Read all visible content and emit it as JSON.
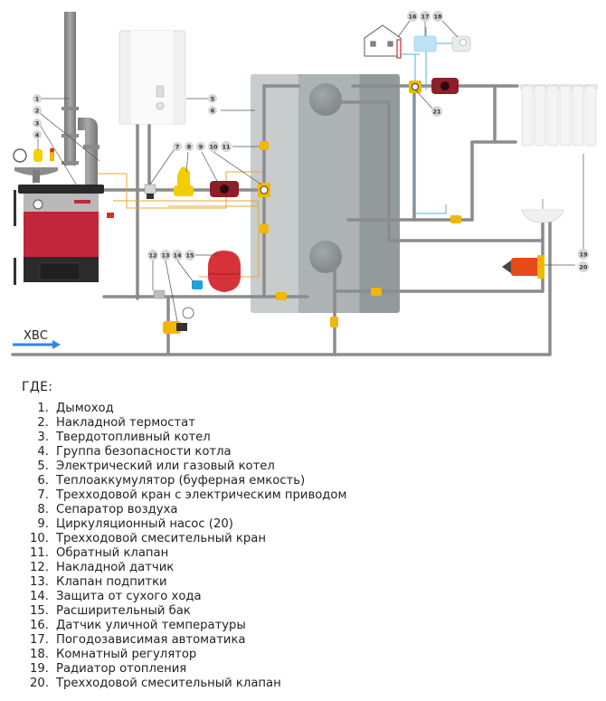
{
  "diagram": {
    "cold_water_label": "ХВС",
    "callouts": [
      "1",
      "2",
      "3",
      "4",
      "5",
      "6",
      "7",
      "8",
      "9",
      "10",
      "11",
      "12",
      "13",
      "14",
      "15",
      "16",
      "17",
      "18",
      "19",
      "20",
      "21"
    ],
    "colors": {
      "pipe": "#8c8c8c",
      "tank_light": "#c9cccd",
      "tank_mid": "#adb2b4",
      "tank_dark": "#8f9597",
      "boiler_red": "#c0273a",
      "boiler_dark": "#2b2b2b",
      "fitting_yellow": "#f2b705",
      "fitting_red": "#e23b2a",
      "control_wire_orange": "#e8a43a",
      "control_wire_blue": "#49b6d6",
      "cold_water_arrow": "#2f86e6",
      "expansion_tank": "#d6323a",
      "pump": "#8e1f29",
      "mixing_valve": "#e64a19"
    }
  },
  "legend": {
    "title": "ГДЕ:",
    "items": [
      {
        "num": "1.",
        "text": "Дымоход"
      },
      {
        "num": "2.",
        "text": "Накладной термостат"
      },
      {
        "num": "3.",
        "text": "Твердотопливный котел"
      },
      {
        "num": "4.",
        "text": "Группа безопасности котла"
      },
      {
        "num": "5.",
        "text": "Электрический или газовый котел"
      },
      {
        "num": "6.",
        "text": "Теплоаккумулятор (буферная емкость)"
      },
      {
        "num": "7.",
        "text": "Трехходовой кран с электрическим приводом"
      },
      {
        "num": "8.",
        "text": "Сепаратор воздуха"
      },
      {
        "num": "9.",
        "text": "Циркуляционный насос (20)"
      },
      {
        "num": "10.",
        "text": "Трехходовой смесительный кран"
      },
      {
        "num": "11.",
        "text": "Обратный клапан"
      },
      {
        "num": "12.",
        "text": "Накладной датчик"
      },
      {
        "num": "13.",
        "text": "Клапан подпитки"
      },
      {
        "num": "14.",
        "text": "Защита от сухого хода"
      },
      {
        "num": "15.",
        "text": "Расширительный бак"
      },
      {
        "num": "16.",
        "text": "Датчик уличной температуры"
      },
      {
        "num": "17.",
        "text": "Погодозависимая автоматика"
      },
      {
        "num": "18.",
        "text": "Комнатный регулятор"
      },
      {
        "num": "19.",
        "text": "Радиатор отопления"
      },
      {
        "num": "20.",
        "text": "Трехходовой смесительный клапан"
      }
    ]
  }
}
